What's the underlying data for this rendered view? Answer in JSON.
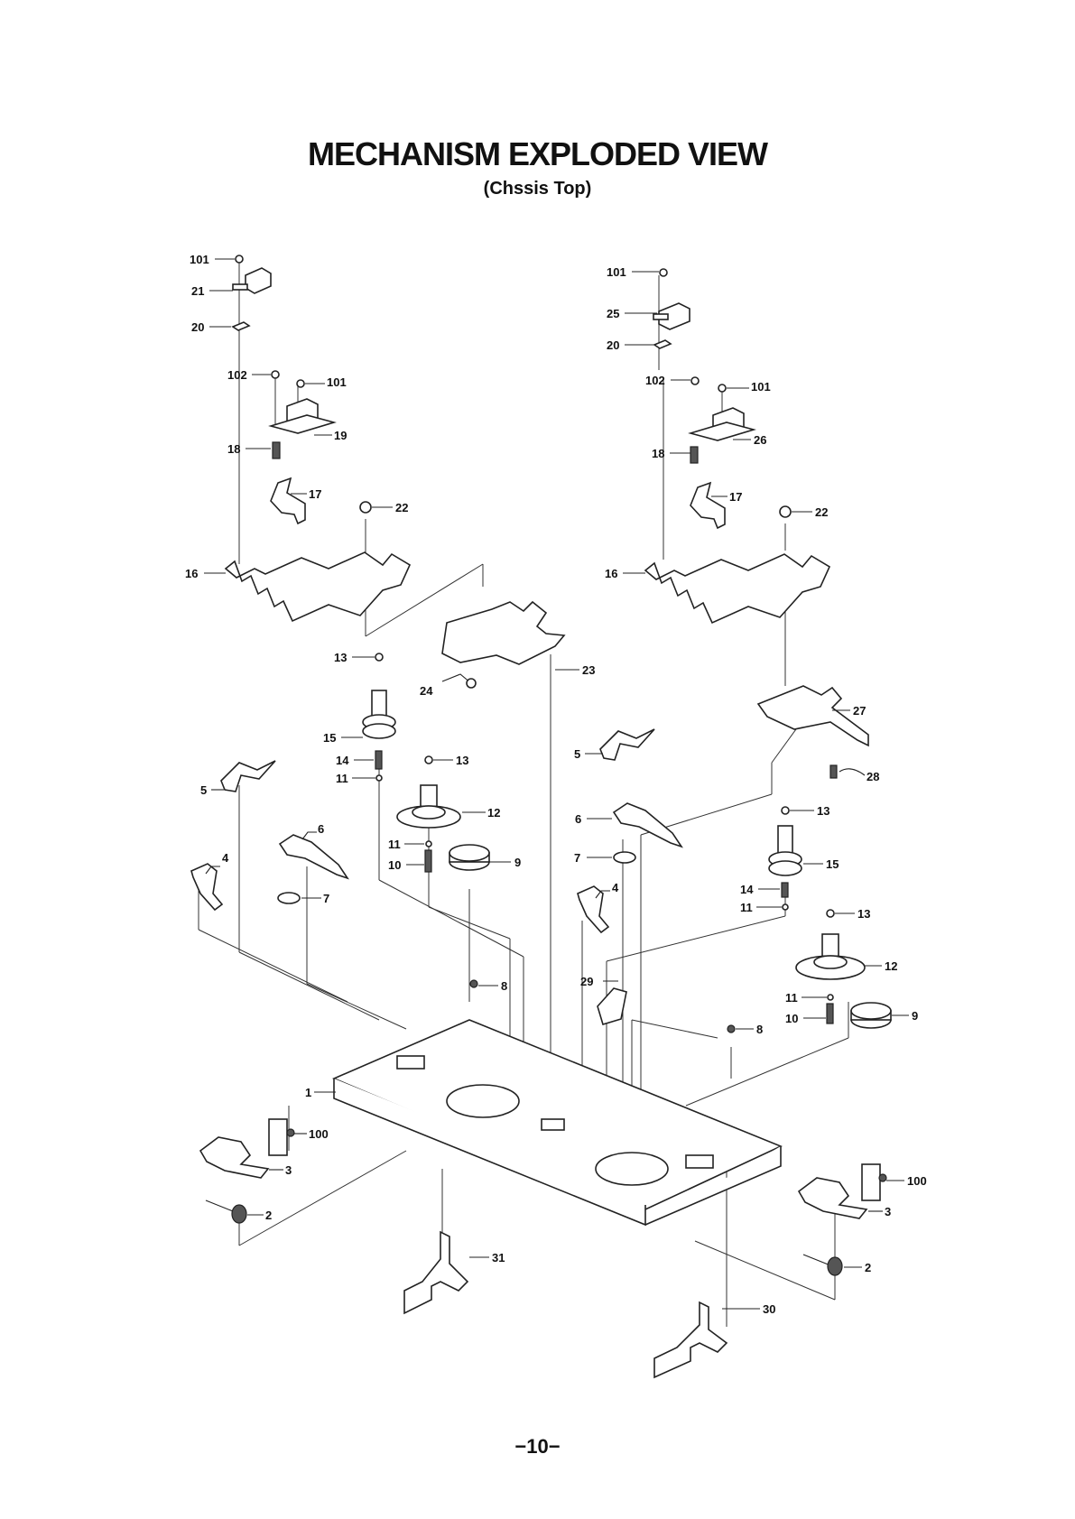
{
  "page": {
    "title": "MECHANISM EXPLODED VIEW",
    "subtitle": "(Chssis Top)",
    "page_number": "−10−"
  },
  "callouts": [
    {
      "id": "c101a",
      "label": "101"
    },
    {
      "id": "c21",
      "label": "21"
    },
    {
      "id": "c20a",
      "label": "20"
    },
    {
      "id": "c102a",
      "label": "102"
    },
    {
      "id": "c101b",
      "label": "101"
    },
    {
      "id": "c19",
      "label": "19"
    },
    {
      "id": "c18a",
      "label": "18"
    },
    {
      "id": "c17a",
      "label": "17"
    },
    {
      "id": "c22a",
      "label": "22"
    },
    {
      "id": "c16a",
      "label": "16"
    },
    {
      "id": "c101c",
      "label": "101"
    },
    {
      "id": "c25",
      "label": "25"
    },
    {
      "id": "c20b",
      "label": "20"
    },
    {
      "id": "c102b",
      "label": "102"
    },
    {
      "id": "c101d",
      "label": "101"
    },
    {
      "id": "c26",
      "label": "26"
    },
    {
      "id": "c18b",
      "label": "18"
    },
    {
      "id": "c17b",
      "label": "17"
    },
    {
      "id": "c22b",
      "label": "22"
    },
    {
      "id": "c16b",
      "label": "16"
    },
    {
      "id": "c23",
      "label": "23"
    },
    {
      "id": "c24",
      "label": "24"
    },
    {
      "id": "c27",
      "label": "27"
    },
    {
      "id": "c28",
      "label": "28"
    },
    {
      "id": "c13a",
      "label": "13"
    },
    {
      "id": "c15a",
      "label": "15"
    },
    {
      "id": "c14a",
      "label": "14"
    },
    {
      "id": "c11a",
      "label": "11"
    },
    {
      "id": "c13b",
      "label": "13"
    },
    {
      "id": "c12a",
      "label": "12"
    },
    {
      "id": "c11b",
      "label": "11"
    },
    {
      "id": "c10a",
      "label": "10"
    },
    {
      "id": "c9a",
      "label": "9"
    },
    {
      "id": "c5a",
      "label": "5"
    },
    {
      "id": "c6a",
      "label": "6"
    },
    {
      "id": "c4a",
      "label": "4"
    },
    {
      "id": "c7a",
      "label": "7"
    },
    {
      "id": "c5b",
      "label": "5"
    },
    {
      "id": "c6b",
      "label": "6"
    },
    {
      "id": "c7b",
      "label": "7"
    },
    {
      "id": "c4b",
      "label": "4"
    },
    {
      "id": "c29",
      "label": "29"
    },
    {
      "id": "c8a",
      "label": "8"
    },
    {
      "id": "c8b",
      "label": "8"
    },
    {
      "id": "c13c",
      "label": "13"
    },
    {
      "id": "c15b",
      "label": "15"
    },
    {
      "id": "c14b",
      "label": "14"
    },
    {
      "id": "c11c",
      "label": "11"
    },
    {
      "id": "c13d",
      "label": "13"
    },
    {
      "id": "c12b",
      "label": "12"
    },
    {
      "id": "c11d",
      "label": "11"
    },
    {
      "id": "c10b",
      "label": "10"
    },
    {
      "id": "c9b",
      "label": "9"
    },
    {
      "id": "c1",
      "label": "1"
    },
    {
      "id": "c100a",
      "label": "100"
    },
    {
      "id": "c3a",
      "label": "3"
    },
    {
      "id": "c2a",
      "label": "2"
    },
    {
      "id": "c31",
      "label": "31"
    },
    {
      "id": "c100b",
      "label": "100"
    },
    {
      "id": "c3b",
      "label": "3"
    },
    {
      "id": "c2b",
      "label": "2"
    },
    {
      "id": "c30",
      "label": "30"
    }
  ]
}
